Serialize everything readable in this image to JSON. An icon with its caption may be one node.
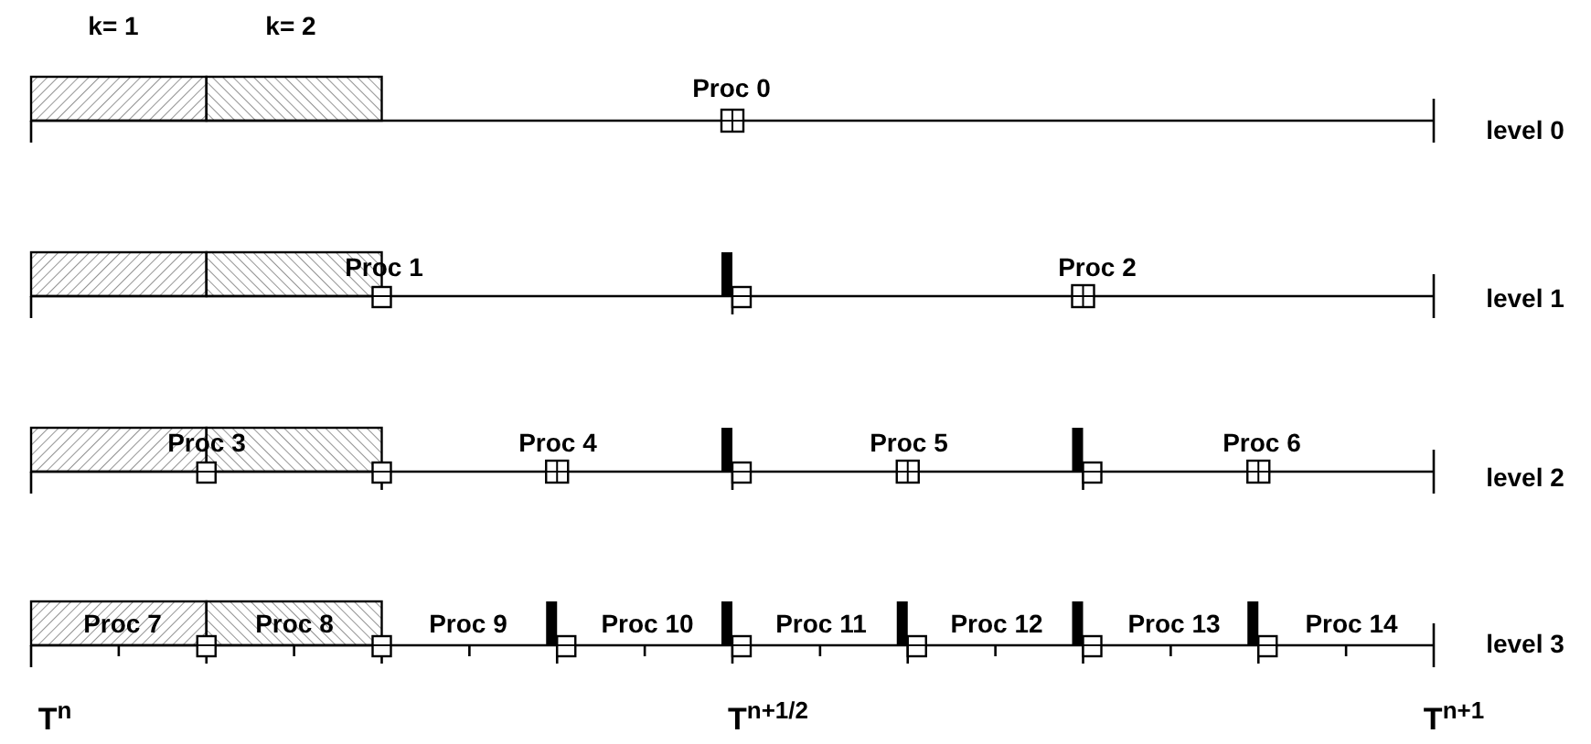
{
  "diagram": {
    "labels": [
      "k= 1",
      "k= 2",
      "Proc 0",
      "level 0",
      "Proc 1",
      "Proc 2",
      "level 1",
      "Proc 3",
      "Proc 4",
      "Proc 5",
      "Proc 6",
      "level 2",
      "Proc 7",
      "Proc 8",
      "Proc 9",
      "Proc 10",
      "Proc 11",
      "Proc 12",
      "Proc 13",
      "Proc 14",
      "level 3",
      "T$^{n}$",
      "T$^{n+1/2}$",
      "T$^{n+1}$"
    ]
  }
}
